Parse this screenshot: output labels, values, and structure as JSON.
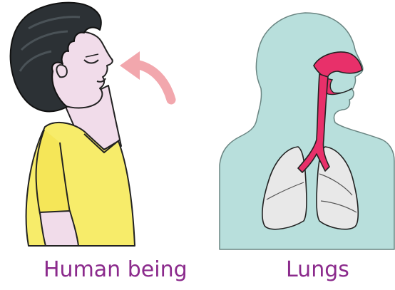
{
  "captions": {
    "human": "Human being",
    "lungs": "Lungs"
  },
  "colors": {
    "caption": "#8b2a8c",
    "hair": "#2c3135",
    "skin": "#f1dcea",
    "shirt": "#f7ec6a",
    "arrow": "#f2a7ad",
    "body_silhouette": "#b8dfdc",
    "airway": "#e8306a",
    "lung": "#e8e8e8"
  },
  "icons": {
    "arrow": "curved-inhale-arrow"
  }
}
